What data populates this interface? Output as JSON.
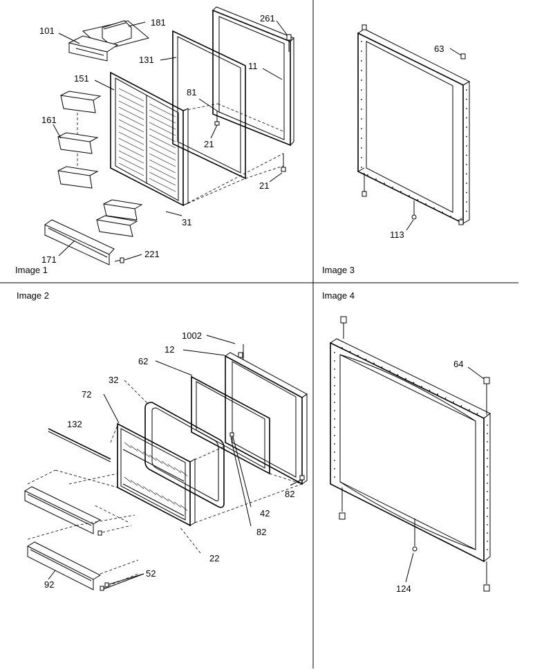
{
  "panels": {
    "image1": "Image 1",
    "image2": "Image 2",
    "image3": "Image 3",
    "image4": "Image 4"
  },
  "callouts": {
    "p101": "101",
    "p181": "181",
    "p261": "261",
    "p131": "131",
    "p11": "11",
    "p151": "151",
    "p81": "81",
    "p161": "161",
    "p21a": "21",
    "p21b": "21",
    "p31": "31",
    "p171": "171",
    "p221": "221",
    "p63": "63",
    "p113": "113",
    "p1002": "1002",
    "p12": "12",
    "p62": "62",
    "p32": "32",
    "p72": "72",
    "p132": "132",
    "p82a": "82",
    "p42": "42",
    "p82b": "82",
    "p22": "22",
    "p52": "52",
    "p92": "92",
    "p64": "64",
    "p124": "124"
  }
}
